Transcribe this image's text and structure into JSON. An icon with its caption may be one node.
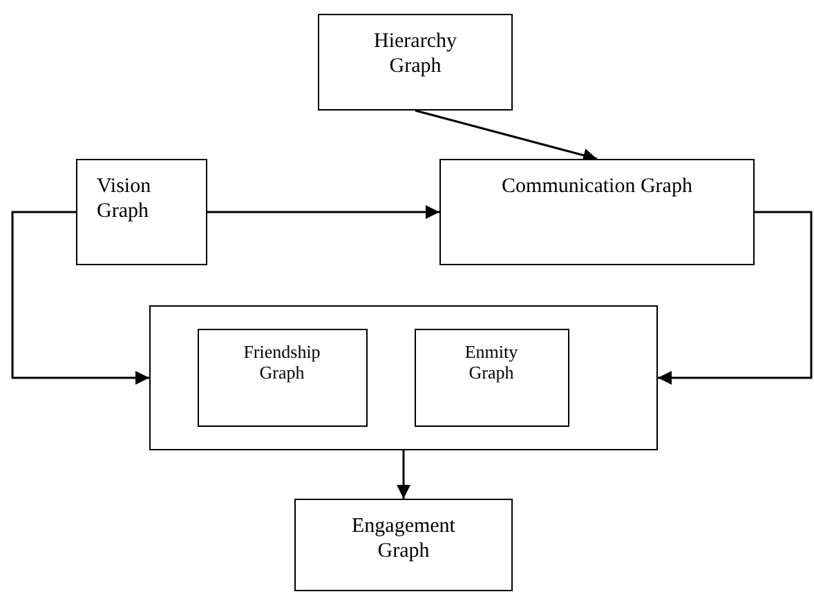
{
  "diagram": {
    "nodes": [
      {
        "text": [
          "Hierarchy Graph"
        ]
      },
      {
        "text": [
          "Vision Graph"
        ]
      },
      {
        "text": [
          "Communication Graph"
        ]
      },
      {
        "text": [],
        "shape": "box"
      },
      {
        "text": [
          "Friendship Graph"
        ],
        "in": 3
      },
      {
        "text": [
          "Enmity Graph"
        ],
        "in": 3
      },
      {
        "text": [
          "Engagement Graph"
        ]
      }
    ],
    "edges": [
      {
        "from": 0,
        "to": 2,
        "arrow": "to"
      },
      {
        "from": 1,
        "to": 2,
        "arrow": "to"
      },
      {
        "from": 1,
        "to": 3,
        "arrow": "to"
      },
      {
        "from": 2,
        "to": 3,
        "arrow": "to"
      },
      {
        "from": 3,
        "to": 6,
        "arrow": "to"
      }
    ]
  }
}
